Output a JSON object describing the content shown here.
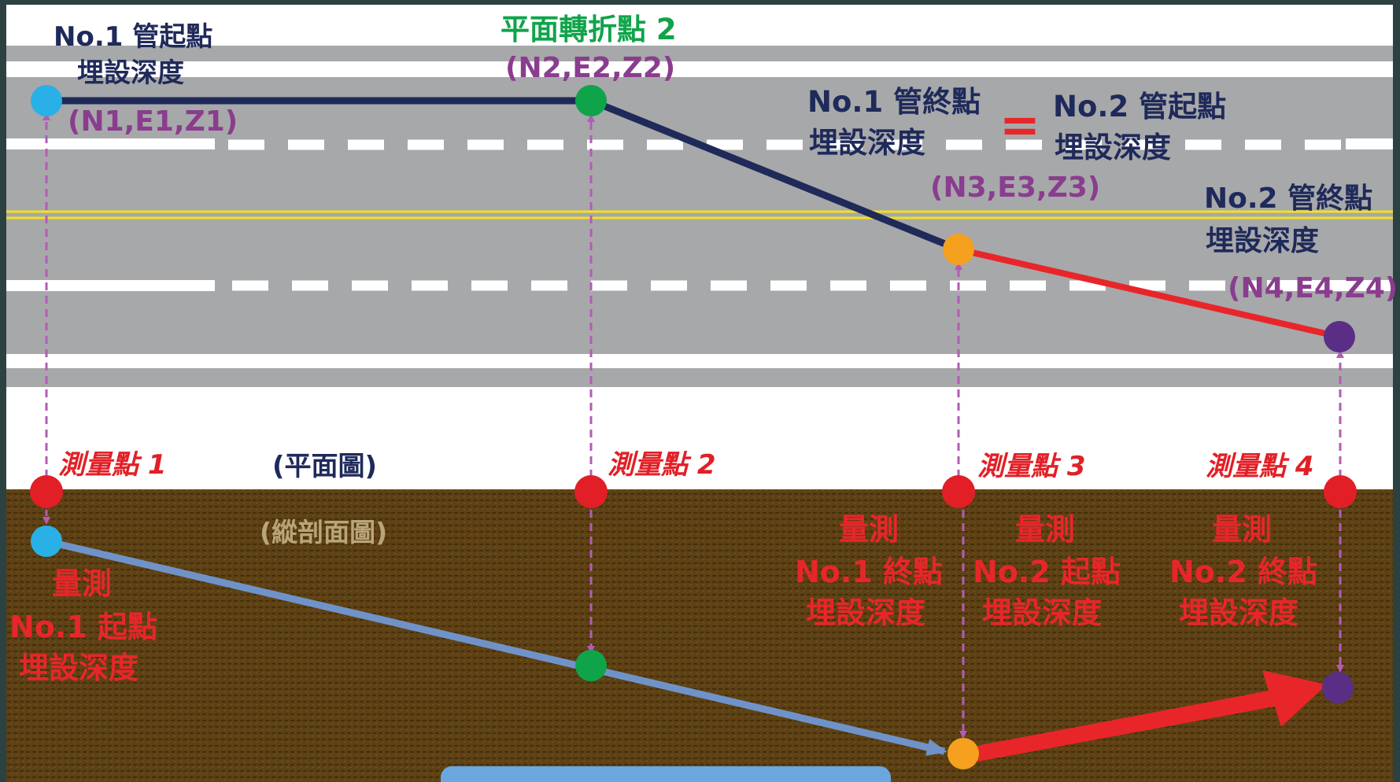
{
  "plan": {
    "start_line1": "No.1 管起點",
    "start_line2": "埋設深度",
    "p1_coord": "(N1,E1,Z1)",
    "turn_title": "平面轉折點 2",
    "p2_coord": "(N2,E2,Z2)",
    "p1end_line1": "No.1 管終點",
    "p1end_line2": "埋設深度",
    "equals": "=",
    "p2start_line1": "No.2 管起點",
    "p2start_line2": "埋設深度",
    "p3_coord": "(N3,E3,Z3)",
    "p2end_line1": "No.2 管終點",
    "p2end_line2": "埋設深度",
    "p4_coord": "(N4,E4,Z4)",
    "view_label": "(平面圖)"
  },
  "survey": {
    "point1": "測量點 1",
    "point2": "測量點 2",
    "point3": "測量點 3",
    "point4": "測量點 4"
  },
  "profile": {
    "view_label": "(縱剖面圖)",
    "m1": [
      "量測",
      "No.1 起點",
      "埋設深度"
    ],
    "m2": [
      "量測",
      "No.1 終點",
      "埋設深度"
    ],
    "m3": [
      "量測",
      "No.2 起點",
      "埋設深度"
    ],
    "m4": [
      "量測",
      "No.2 終點",
      "埋設深度"
    ]
  },
  "colors": {
    "road_gray": "#a7a8aa",
    "pipe1_plan": "#1f2a5a",
    "pipe2_red": "#e8262a",
    "pipe1_profile": "#6f93c9",
    "node_cyan": "#29b0e6",
    "node_green": "#10a44a",
    "node_orange": "#f5a01e",
    "node_purple": "#5b2e86",
    "survey_red": "#e21f26",
    "coord_purple": "#8a3d8e",
    "dash_magenta": "#b45bb6",
    "soil": "#5a3e12"
  }
}
